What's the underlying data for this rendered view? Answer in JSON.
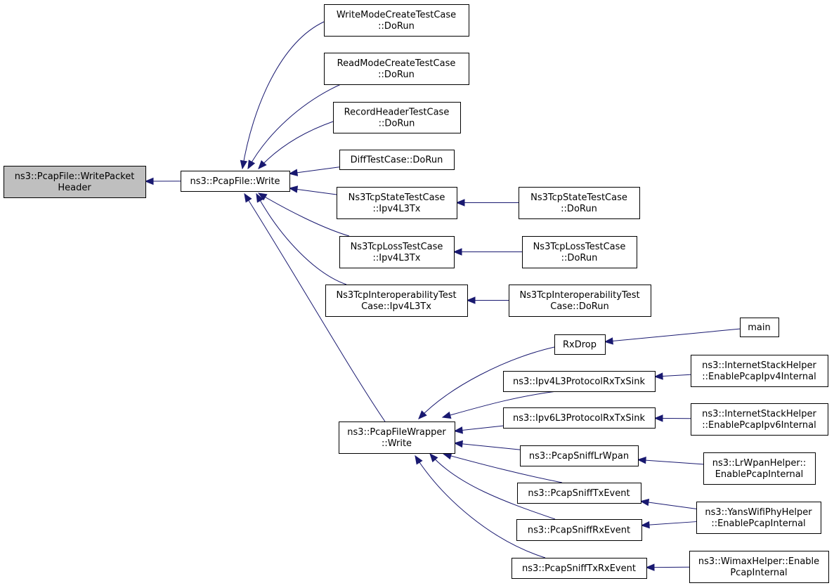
{
  "graph": {
    "title": "",
    "nodes": [
      {
        "id": "root",
        "lines": [
          "ns3::PcapFile::WritePacket",
          "Header"
        ]
      },
      {
        "id": "write",
        "lines": [
          "ns3::PcapFile::Write"
        ]
      },
      {
        "id": "wmc",
        "lines": [
          "WriteModeCreateTestCase",
          "::DoRun"
        ]
      },
      {
        "id": "rmc",
        "lines": [
          "ReadModeCreateTestCase",
          "::DoRun"
        ]
      },
      {
        "id": "rht",
        "lines": [
          "RecordHeaderTestCase",
          "::DoRun"
        ]
      },
      {
        "id": "diff",
        "lines": [
          "DiffTestCase::DoRun"
        ]
      },
      {
        "id": "tcpstate",
        "lines": [
          "Ns3TcpStateTestCase",
          "::Ipv4L3Tx"
        ]
      },
      {
        "id": "tcpstate_run",
        "lines": [
          "Ns3TcpStateTestCase",
          "::DoRun"
        ]
      },
      {
        "id": "tcploss",
        "lines": [
          "Ns3TcpLossTestCase",
          "::Ipv4L3Tx"
        ]
      },
      {
        "id": "tcploss_run",
        "lines": [
          "Ns3TcpLossTestCase",
          "::DoRun"
        ]
      },
      {
        "id": "tcpinterop",
        "lines": [
          "Ns3TcpInteroperabilityTest",
          "Case::Ipv4L3Tx"
        ]
      },
      {
        "id": "tcpinterop_run",
        "lines": [
          "Ns3TcpInteroperabilityTest",
          "Case::DoRun"
        ]
      },
      {
        "id": "wrapper",
        "lines": [
          "ns3::PcapFileWrapper",
          "::Write"
        ]
      },
      {
        "id": "rxdrop",
        "lines": [
          "RxDrop"
        ]
      },
      {
        "id": "main",
        "lines": [
          "main"
        ]
      },
      {
        "id": "ipv4sink",
        "lines": [
          "ns3::Ipv4L3ProtocolRxTxSink"
        ]
      },
      {
        "id": "ish4",
        "lines": [
          "ns3::InternetStackHelper",
          "::EnablePcapIpv4Internal"
        ]
      },
      {
        "id": "ipv6sink",
        "lines": [
          "ns3::Ipv6L3ProtocolRxTxSink"
        ]
      },
      {
        "id": "ish6",
        "lines": [
          "ns3::InternetStackHelper",
          "::EnablePcapIpv6Internal"
        ]
      },
      {
        "id": "lrwpan",
        "lines": [
          "ns3::PcapSniffLrWpan"
        ]
      },
      {
        "id": "lrwpanhelper",
        "lines": [
          "ns3::LrWpanHelper::",
          "EnablePcapInternal"
        ]
      },
      {
        "id": "snifftx",
        "lines": [
          "ns3::PcapSniffTxEvent"
        ]
      },
      {
        "id": "sniffrx",
        "lines": [
          "ns3::PcapSniffRxEvent"
        ]
      },
      {
        "id": "yans",
        "lines": [
          "ns3::YansWifiPhyHelper",
          "::EnablePcapInternal"
        ]
      },
      {
        "id": "snifftxrx",
        "lines": [
          "ns3::PcapSniffTxRxEvent"
        ]
      },
      {
        "id": "wimax",
        "lines": [
          "ns3::WimaxHelper::Enable",
          "PcapInternal"
        ]
      }
    ],
    "edges": [
      {
        "from": "write",
        "to": "root"
      },
      {
        "from": "wmc",
        "to": "write"
      },
      {
        "from": "rmc",
        "to": "write"
      },
      {
        "from": "rht",
        "to": "write"
      },
      {
        "from": "diff",
        "to": "write"
      },
      {
        "from": "tcpstate",
        "to": "write"
      },
      {
        "from": "tcploss",
        "to": "write"
      },
      {
        "from": "tcpinterop",
        "to": "write"
      },
      {
        "from": "wrapper",
        "to": "write"
      },
      {
        "from": "tcpstate_run",
        "to": "tcpstate"
      },
      {
        "from": "tcploss_run",
        "to": "tcploss"
      },
      {
        "from": "tcpinterop_run",
        "to": "tcpinterop"
      },
      {
        "from": "rxdrop",
        "to": "wrapper"
      },
      {
        "from": "ipv4sink",
        "to": "wrapper"
      },
      {
        "from": "ipv6sink",
        "to": "wrapper"
      },
      {
        "from": "lrwpan",
        "to": "wrapper"
      },
      {
        "from": "snifftx",
        "to": "wrapper"
      },
      {
        "from": "sniffrx",
        "to": "wrapper"
      },
      {
        "from": "snifftxrx",
        "to": "wrapper"
      },
      {
        "from": "main",
        "to": "rxdrop"
      },
      {
        "from": "ish4",
        "to": "ipv4sink"
      },
      {
        "from": "ish6",
        "to": "ipv6sink"
      },
      {
        "from": "lrwpanhelper",
        "to": "lrwpan"
      },
      {
        "from": "yans",
        "to": "snifftx"
      },
      {
        "from": "yans",
        "to": "sniffrx"
      },
      {
        "from": "wimax",
        "to": "snifftxrx"
      }
    ]
  },
  "colors": {
    "edge": "#191970",
    "root_fill": "#bfbfbf",
    "node_fill": "#ffffff",
    "node_border": "#000000"
  }
}
